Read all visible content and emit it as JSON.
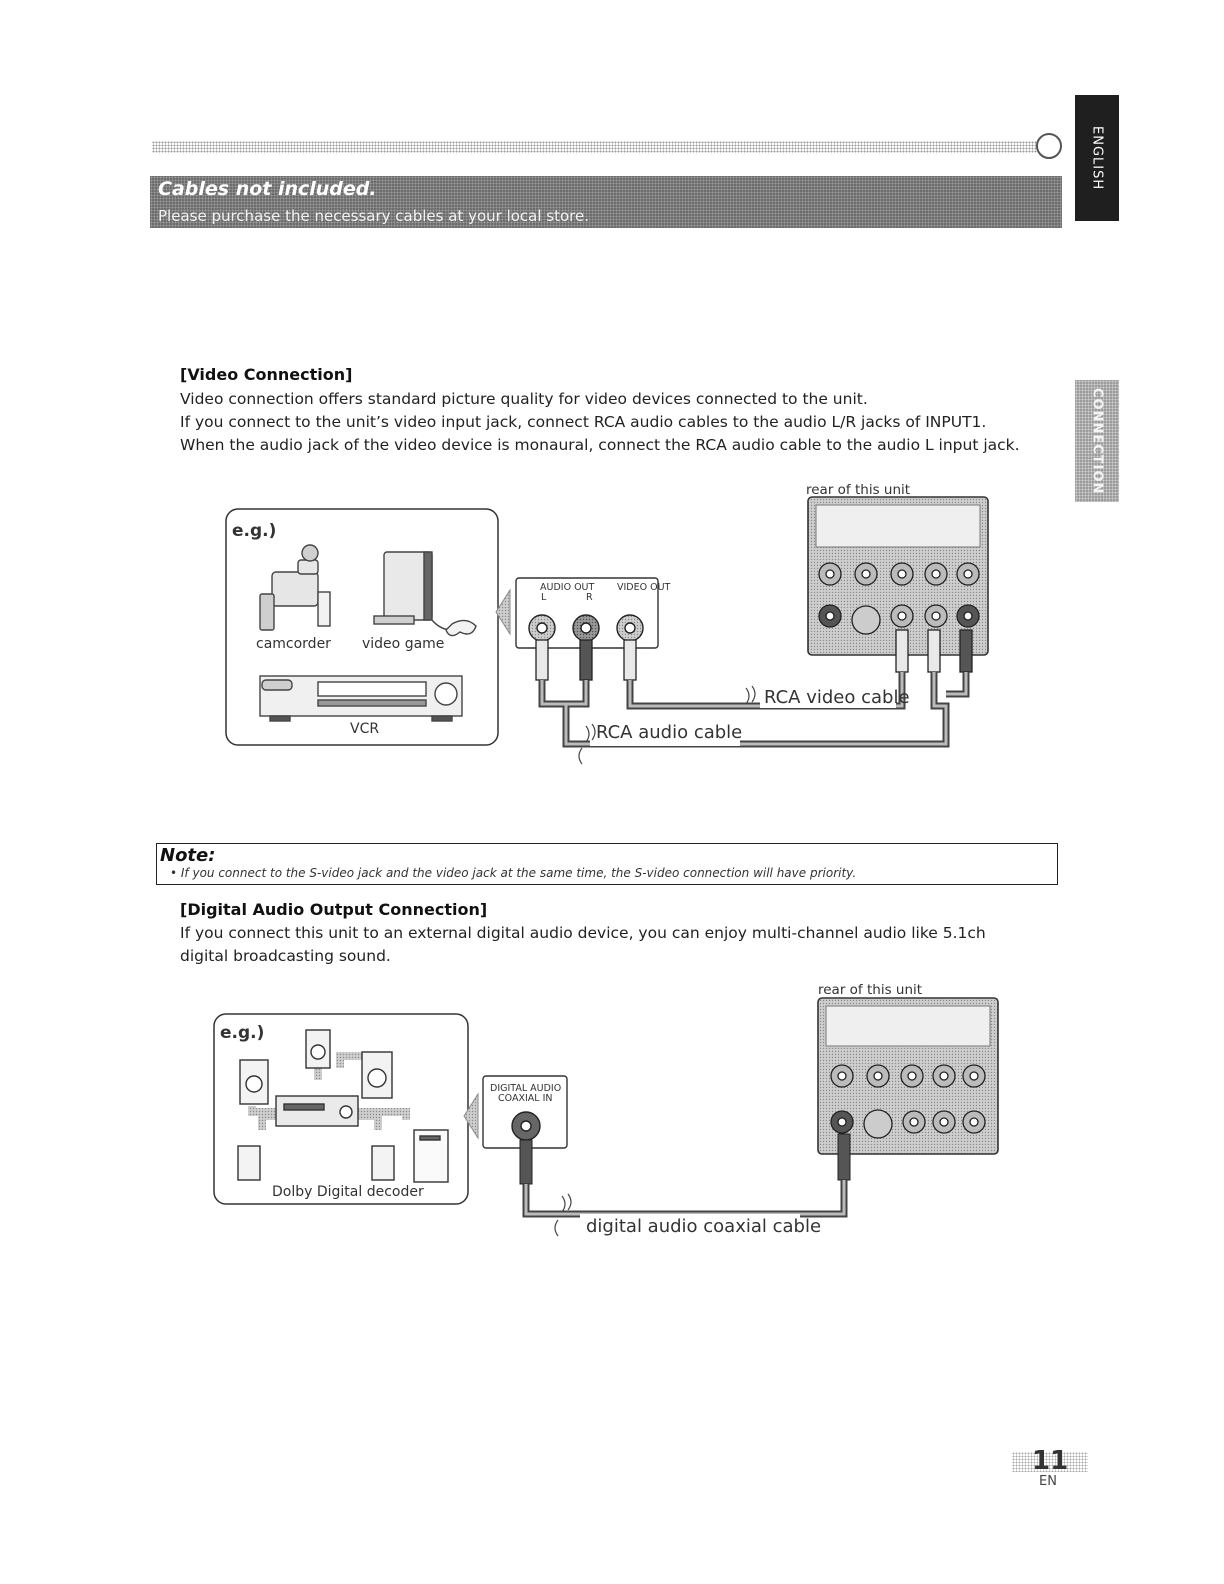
{
  "banner": {
    "title": "Cables not included.",
    "subtitle": "Please purchase the necessary cables at your local store."
  },
  "side_tabs": {
    "english": "ENGLISH",
    "connection": "CONNECTION"
  },
  "video_section": {
    "heading": "[Video Connection]",
    "paragraphs": [
      "Video connection offers standard picture quality for video devices connected to the unit.",
      "If you connect to the unit’s video input jack, connect RCA audio cables to the audio L/R jacks of INPUT1.",
      "When the audio jack of the video device is monaural, connect the RCA audio cable to the audio L input jack."
    ],
    "diagram": {
      "eg_label": "e.g.)",
      "devices": [
        "camcorder",
        "video game",
        "VCR"
      ],
      "jack_panel": {
        "audio_out": "AUDIO OUT",
        "left": "L",
        "right": "R",
        "video_out": "VIDEO OUT"
      },
      "rear_label": "rear of this unit",
      "cables": {
        "video": "RCA video cable",
        "audio": "RCA audio cable"
      }
    }
  },
  "note": {
    "title": "Note:",
    "text": "• If you connect to the S-video jack and the video jack at the same time, the S-video connection will have priority."
  },
  "digital_section": {
    "heading": "[Digital Audio Output Connection]",
    "paragraphs": [
      "If you connect this unit to an external digital audio device, you can enjoy multi-channel audio like 5.1ch digital broadcasting sound."
    ],
    "diagram": {
      "eg_label": "e.g.)",
      "device": "Dolby Digital decoder",
      "jack_panel": {
        "line1": "DIGITAL AUDIO",
        "line2": "COAXIAL IN"
      },
      "rear_label": "rear of this unit",
      "cable": "digital audio coaxial cable"
    }
  },
  "footer": {
    "page_number": "11",
    "language": "EN"
  }
}
